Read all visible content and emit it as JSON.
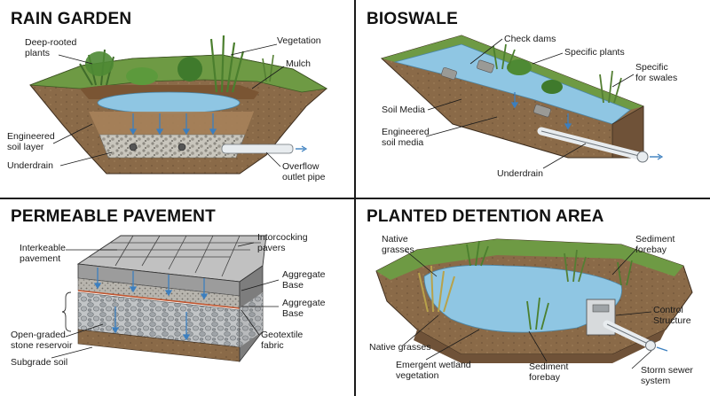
{
  "panels": {
    "rain_garden": {
      "title": "RAIN GARDEN",
      "labels": {
        "deep_rooted": "Deep-rooted\nplants",
        "vegetation": "Vegetation",
        "mulch": "Mulch",
        "engineered_soil": "Engineered\nsoil layer",
        "underdrain": "Underdrain",
        "overflow": "Overflow\noutlet pipe"
      }
    },
    "bioswale": {
      "title": "BIOSWALE",
      "labels": {
        "check_dams": "Check dams",
        "specific_plants": "Specific plants",
        "specific_swales": "Specific\nfor swales",
        "soil_media": "Soil Media",
        "engineered_soil_media": "Engineered\nsoil media",
        "underdrain": "Underdrain"
      }
    },
    "permeable_pavement": {
      "title": "PERMEABLE PAVEMENT",
      "labels": {
        "interkeable": "Interkeable\npavement",
        "intorcocking": "Intorcocking\npavers",
        "aggregate_base_1": "Aggregate\nBase",
        "aggregate_base_2": "Aggregate\nBase",
        "open_graded": "Open-graded\nstone reservoir",
        "geotextile": "Geotextile\nfabric",
        "subgrade": "Subgrade soil"
      }
    },
    "planted_detention": {
      "title": "PLANTED DETENTION AREA",
      "labels": {
        "native_grasses_top": "Native\ngrasses",
        "sediment_forebay_top": "Sediment\nforebay",
        "control_structure": "Control\nStructure",
        "native_grasses_bottom": "Native grasses",
        "emergent_wetland": "Emergent wetland\nvegetation",
        "sediment_forebay_bottom": "Sediment\nforebay",
        "storm_sewer": "Storm sewer\nsystem"
      }
    }
  },
  "colors": {
    "soil": "#8a6a48",
    "soil_dark": "#5e4630",
    "grass": "#5f8f3a",
    "water": "#8fc6e3",
    "gravel": "#b9b6ad",
    "paver": "#a8a8a8"
  }
}
